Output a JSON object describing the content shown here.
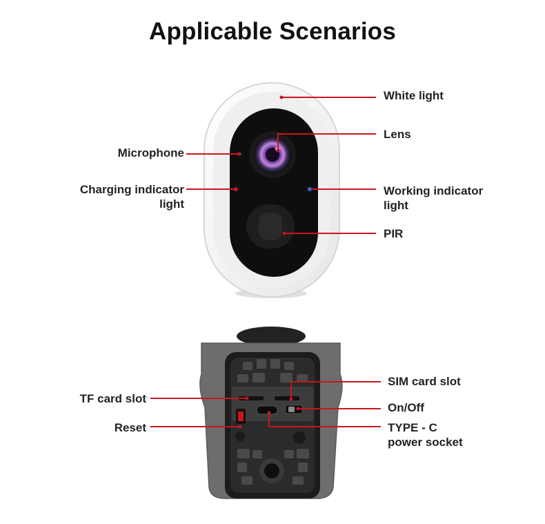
{
  "title": "Applicable Scenarios",
  "colors": {
    "callout": "#c8161d",
    "device_black": "#0e0e0e",
    "body_gray": "#6d6d6d",
    "working_led": "#1f6fd8",
    "charging_led": "#c8161d"
  },
  "front_labels": {
    "white_light": "White light",
    "lens": "Lens",
    "microphone": "Microphone",
    "charging_indicator": [
      "Charging indicator",
      "light"
    ],
    "working_indicator": [
      "Working indicator",
      "light"
    ],
    "pir": "PIR"
  },
  "back_labels": {
    "sim_card_slot": "SIM card slot",
    "tf_card_slot": "TF card slot",
    "on_off": "On/Off",
    "reset": "Reset",
    "type_c": [
      "TYPE - C",
      "power socket"
    ]
  }
}
